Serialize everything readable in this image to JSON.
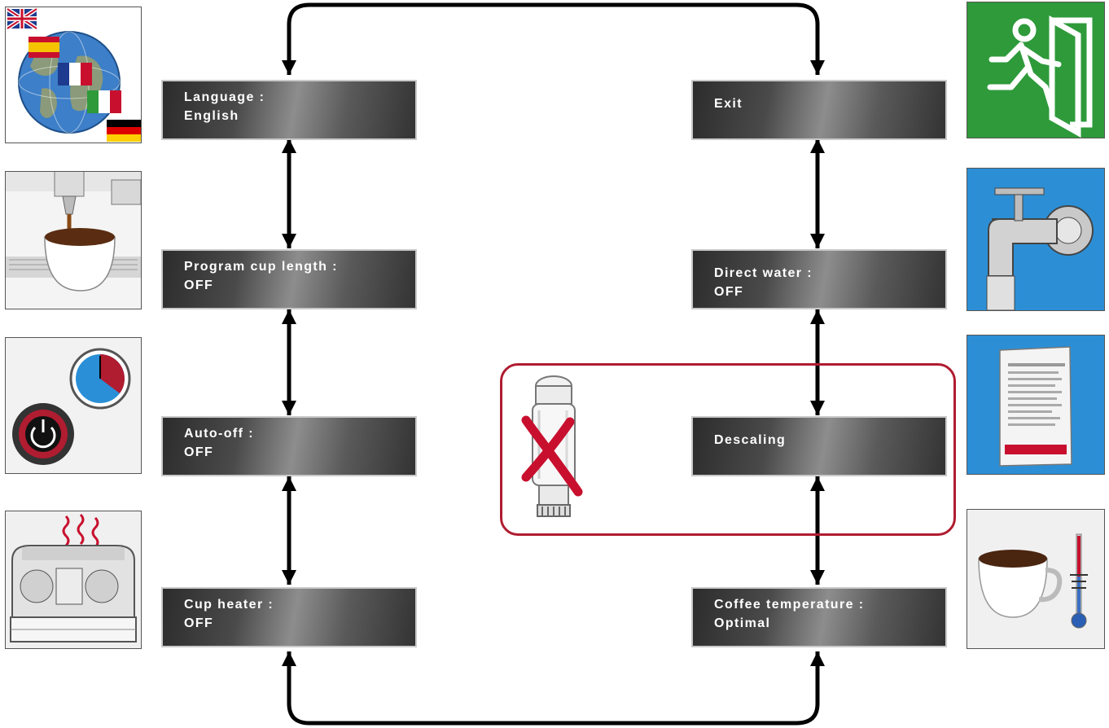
{
  "menu": {
    "left": [
      {
        "title": "Language :",
        "value": "English"
      },
      {
        "title": "Program cup length :",
        "value": "OFF"
      },
      {
        "title": "Auto-off :",
        "value": "OFF"
      },
      {
        "title": "Cup heater :",
        "value": "OFF"
      }
    ],
    "right": [
      {
        "title": "Exit"
      },
      {
        "title": "Direct water :",
        "value": "OFF"
      },
      {
        "title": "Descaling"
      },
      {
        "title": "Coffee temperature :",
        "value": "Optimal"
      }
    ]
  },
  "icons": {
    "left": [
      "globe-flags-icon",
      "espresso-cup-icon",
      "auto-off-timer-icon",
      "cup-heater-machine-icon"
    ],
    "right": [
      "exit-door-icon",
      "water-tap-icon",
      "descaling-powder-sachet-icon",
      "coffee-thermometer-icon"
    ],
    "highlight": "no-filter-cartridge-icon"
  },
  "colors": {
    "highlight_border": "#b01c30",
    "arrow": "#000000",
    "exit_sign": "#2e9a3a",
    "blue_background": "#2c8fd6"
  }
}
